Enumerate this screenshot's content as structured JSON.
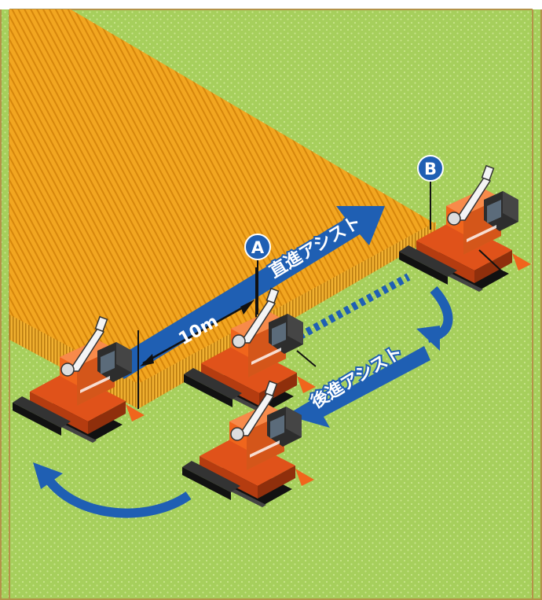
{
  "labels": {
    "point_a": "A",
    "point_b": "B",
    "distance": "10m",
    "forward_assist": "直進アシスト",
    "reverse_assist": "後進アシスト"
  },
  "colors": {
    "grass": "#a6cf5c",
    "grass_dots": "#c9e58c",
    "field_crop": "#f2a620",
    "field_stripe": "#d6860c",
    "field_edge": "#e39414",
    "frame_border": "#b39349",
    "arrow_blue": "#1f5fb3",
    "pin_blue": "#1f5fb3",
    "machine_orange": "#f0651c",
    "machine_dark": "#1d1d1d",
    "machine_cab": "#3a3a3a"
  }
}
